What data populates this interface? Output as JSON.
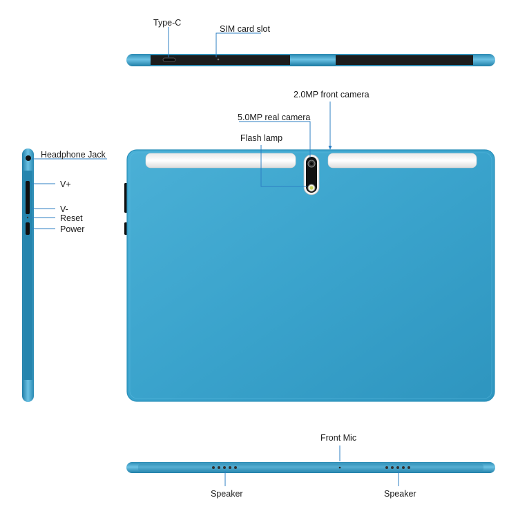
{
  "labels": {
    "type_c": "Type-C",
    "sim_card_slot": "SIM card slot",
    "front_camera": "2.0MP front camera",
    "rear_camera": "5.0MP real camera",
    "flash_lamp": "Flash lamp",
    "headphone_jack": "Headphone Jack",
    "volume_up": "V+",
    "volume_down": "V-",
    "reset": "Reset",
    "power": "Power",
    "front_mic": "Front Mic",
    "speaker_left": "Speaker",
    "speaker_right": "Speaker"
  },
  "colors": {
    "body_blue": "#3aa3cc",
    "body_blue_dark": "#1f86b0",
    "frame_black": "#1c1c1c",
    "callout_blue": "#2c7fc3"
  }
}
